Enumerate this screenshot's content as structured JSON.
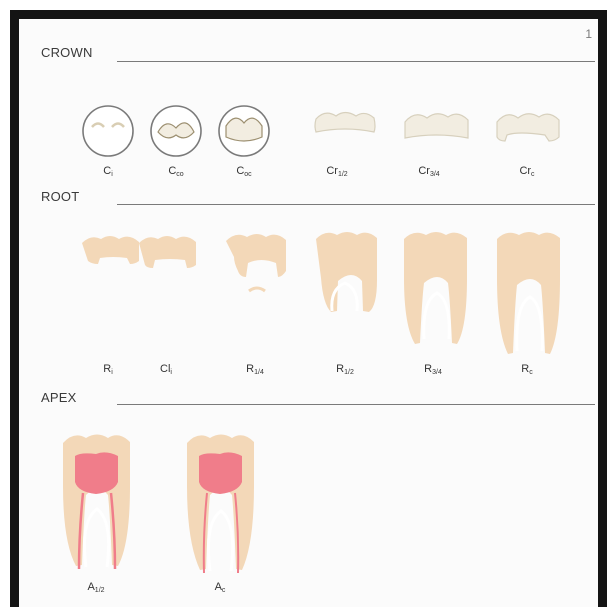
{
  "sections": {
    "crown": {
      "title": "CROWN"
    },
    "root": {
      "title": "ROOT"
    },
    "apex": {
      "title": "APEX"
    }
  },
  "corner_mark": "1",
  "colors": {
    "crown_fill": "#f2ede1",
    "root_fill": "#f3d8b8",
    "pulp": "#f07d8a",
    "outline": "#8a8a8a",
    "frame": "#141414"
  },
  "stages": {
    "crown": [
      {
        "base": "C",
        "sub": "i"
      },
      {
        "base": "C",
        "sub": "co"
      },
      {
        "base": "C",
        "sub": "oc"
      },
      {
        "base": "Cr",
        "sub": "1/2"
      },
      {
        "base": "Cr",
        "sub": "3/4"
      },
      {
        "base": "Cr",
        "sub": "c"
      }
    ],
    "root": [
      {
        "base": "R",
        "sub": "i"
      },
      {
        "base": "Cl",
        "sub": "i"
      },
      {
        "base": "R",
        "sub": "1/4"
      },
      {
        "base": "R",
        "sub": "1/2"
      },
      {
        "base": "R",
        "sub": "3/4"
      },
      {
        "base": "R",
        "sub": "c"
      }
    ],
    "apex": [
      {
        "base": "A",
        "sub": "1/2"
      },
      {
        "base": "A",
        "sub": "c"
      }
    ]
  }
}
